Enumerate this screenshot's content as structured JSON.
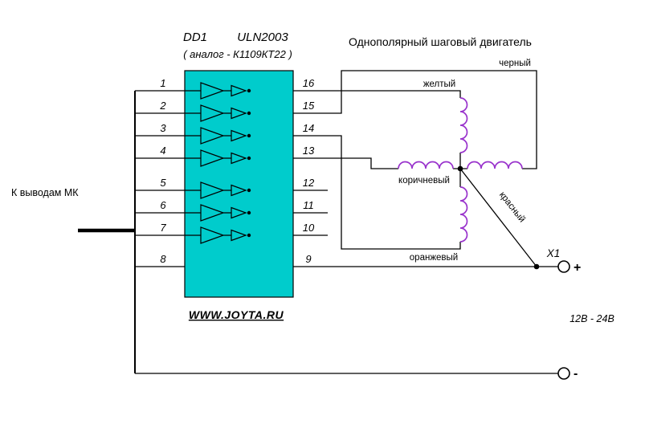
{
  "colors": {
    "chip_fill": "#00CCCC",
    "coil_purple": "#9933CC",
    "site_link": "#000080"
  },
  "chip": {
    "ref": "DD1",
    "part": "ULN2003",
    "analog_note": "( аналог - К1109КТ22 )",
    "left_pins": [
      "1",
      "2",
      "3",
      "4",
      "5",
      "6",
      "7",
      "8"
    ],
    "right_pins": [
      "16",
      "15",
      "14",
      "13",
      "12",
      "11",
      "10",
      "9"
    ]
  },
  "motor": {
    "title": "Однополярный шаговый двигатель",
    "wire_yellow": "желтый",
    "wire_black": "черный",
    "wire_brown": "коричневый",
    "wire_orange": "оранжевый",
    "wire_red": "красный"
  },
  "labels": {
    "mcu": "К выводам МК",
    "site": "WWW.JOYTA.RU",
    "connector": "X1",
    "plus": "+",
    "minus": "-",
    "voltage": "12В - 24В"
  }
}
